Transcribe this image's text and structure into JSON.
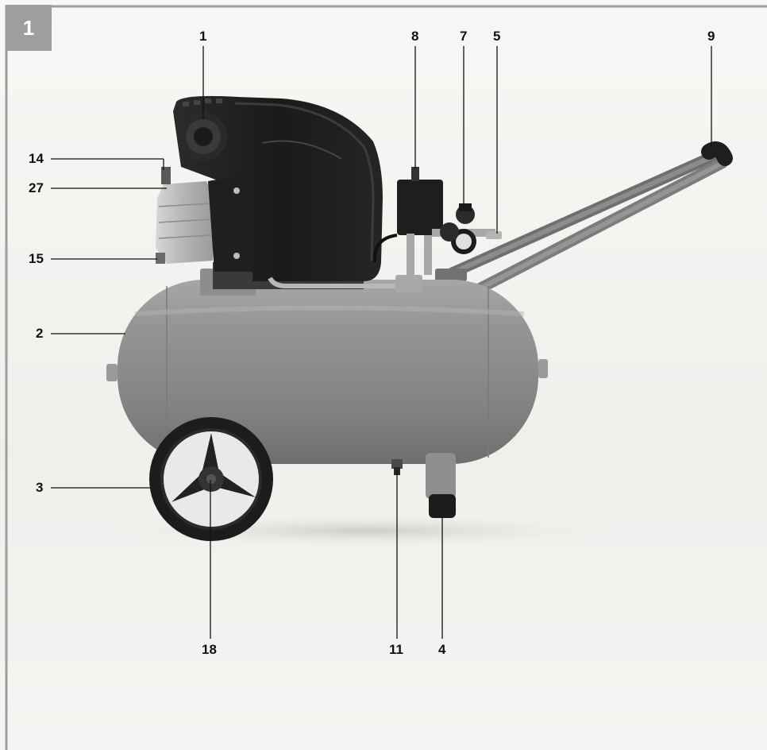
{
  "figure": {
    "number": "1"
  },
  "callouts": [
    {
      "id": "c1",
      "label": "1"
    },
    {
      "id": "c8",
      "label": "8"
    },
    {
      "id": "c7",
      "label": "7"
    },
    {
      "id": "c5",
      "label": "5"
    },
    {
      "id": "c9",
      "label": "9"
    },
    {
      "id": "c14",
      "label": "14"
    },
    {
      "id": "c27",
      "label": "27"
    },
    {
      "id": "c15",
      "label": "15"
    },
    {
      "id": "c2",
      "label": "2"
    },
    {
      "id": "c3",
      "label": "3"
    },
    {
      "id": "c18",
      "label": "18"
    },
    {
      "id": "c11",
      "label": "11"
    },
    {
      "id": "c4",
      "label": "4"
    }
  ],
  "colors": {
    "frame": "#9e9e9e",
    "tank": "#8a8a8a",
    "motor_housing": "#1e1e1e",
    "handle": "#7c7c7c",
    "background": "#f3f3f1"
  }
}
